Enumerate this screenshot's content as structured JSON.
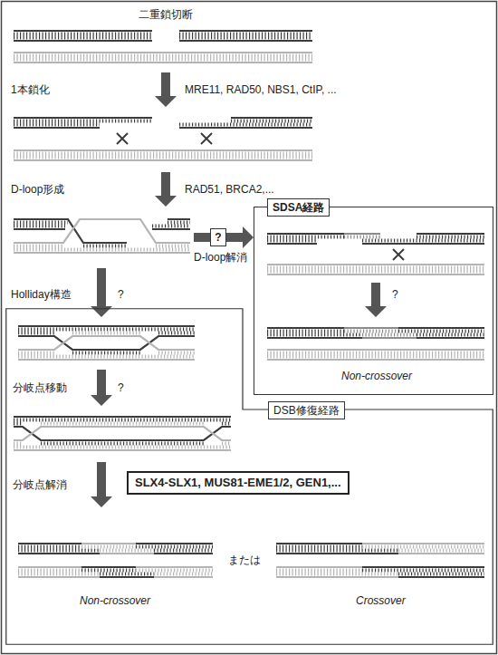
{
  "diagram": {
    "nodes": [
      {
        "text": [
          "SDSA経路",
          "?",
          "Non-crossover"
        ]
      },
      {
        "text": [
          "?"
        ]
      },
      {
        "text": [
          "DSB修復経路"
        ]
      },
      {
        "text": [
          "SLX4-SLX1, MUS81-EME1/2, GEN1,..."
        ],
        "in": 2
      }
    ],
    "edges": [
      {
        "from": 1,
        "to": 0,
        "arrow": "to"
      }
    ],
    "labels": [
      "二重鎖切断",
      "1本鎖化",
      "MRE11, RAD50, NBS1, CtIP, ...",
      "D-loop形成",
      "RAD51, BRCA2,...",
      "D-loop解消",
      "Holliday構造",
      "?",
      "分岐点移動",
      "?",
      "分岐点解消",
      "または",
      "Non-crossover",
      "Crossover"
    ]
  }
}
